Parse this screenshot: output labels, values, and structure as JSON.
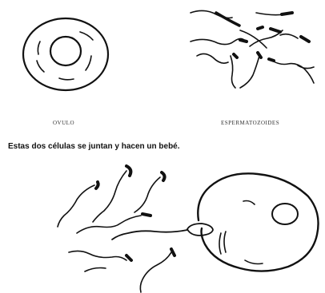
{
  "labels": {
    "ovum": "OVULO",
    "sperm": "ESPERMATOZOIDES",
    "caption": "Estas dos células se juntan y hacen un bebé."
  },
  "colors": {
    "ink": "#111111",
    "background": "#ffffff"
  }
}
